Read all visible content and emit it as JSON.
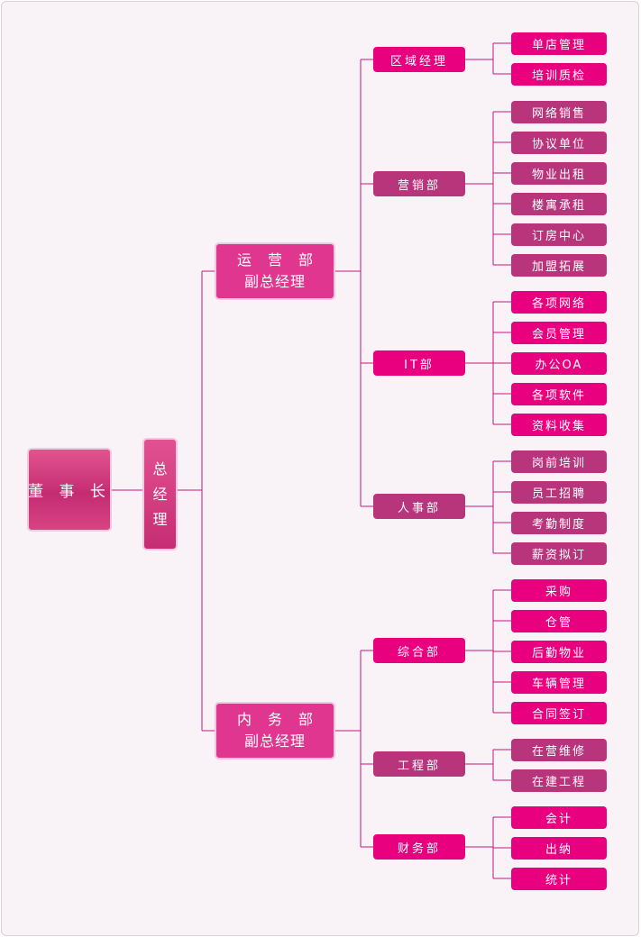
{
  "chairman": "董 事 长",
  "general_manager": [
    "总",
    "经",
    "理"
  ],
  "vice_presidents": [
    {
      "line1": "运营部",
      "line2": "副总经理",
      "departments": [
        {
          "label": "区域经理",
          "tone": "pink",
          "items": [
            {
              "label": "单店管理",
              "tone": "pink"
            },
            {
              "label": "培训质检",
              "tone": "pink"
            }
          ]
        },
        {
          "label": "营销部",
          "tone": "plum",
          "items": [
            {
              "label": "网络销售",
              "tone": "plum"
            },
            {
              "label": "协议单位",
              "tone": "plum"
            },
            {
              "label": "物业出租",
              "tone": "plum"
            },
            {
              "label": "楼寓承租",
              "tone": "plum"
            },
            {
              "label": "订房中心",
              "tone": "plum"
            },
            {
              "label": "加盟拓展",
              "tone": "plum"
            }
          ]
        },
        {
          "label": "IT部",
          "tone": "pink",
          "items": [
            {
              "label": "各项网络",
              "tone": "pink"
            },
            {
              "label": "会员管理",
              "tone": "pink"
            },
            {
              "label": "办公OA",
              "tone": "pink"
            },
            {
              "label": "各项软件",
              "tone": "pink"
            },
            {
              "label": "资料收集",
              "tone": "pink"
            }
          ]
        },
        {
          "label": "人事部",
          "tone": "plum",
          "items": [
            {
              "label": "岗前培训",
              "tone": "plum"
            },
            {
              "label": "员工招聘",
              "tone": "plum"
            },
            {
              "label": "考勤制度",
              "tone": "plum"
            },
            {
              "label": "薪资拟订",
              "tone": "plum"
            }
          ]
        }
      ]
    },
    {
      "line1": "内务部",
      "line2": "副总经理",
      "departments": [
        {
          "label": "综合部",
          "tone": "pink",
          "items": [
            {
              "label": "采购",
              "tone": "pink"
            },
            {
              "label": "仓管",
              "tone": "pink"
            },
            {
              "label": "后勤物业",
              "tone": "pink"
            },
            {
              "label": "车辆管理",
              "tone": "pink"
            },
            {
              "label": "合同签订",
              "tone": "pink"
            }
          ]
        },
        {
          "label": "工程部",
          "tone": "plum",
          "items": [
            {
              "label": "在营维修",
              "tone": "plum"
            },
            {
              "label": "在建工程",
              "tone": "plum"
            }
          ]
        },
        {
          "label": "财务部",
          "tone": "pink",
          "items": [
            {
              "label": "会计",
              "tone": "pink"
            },
            {
              "label": "出纳",
              "tone": "pink"
            },
            {
              "label": "统计",
              "tone": "pink"
            }
          ]
        }
      ]
    }
  ]
}
